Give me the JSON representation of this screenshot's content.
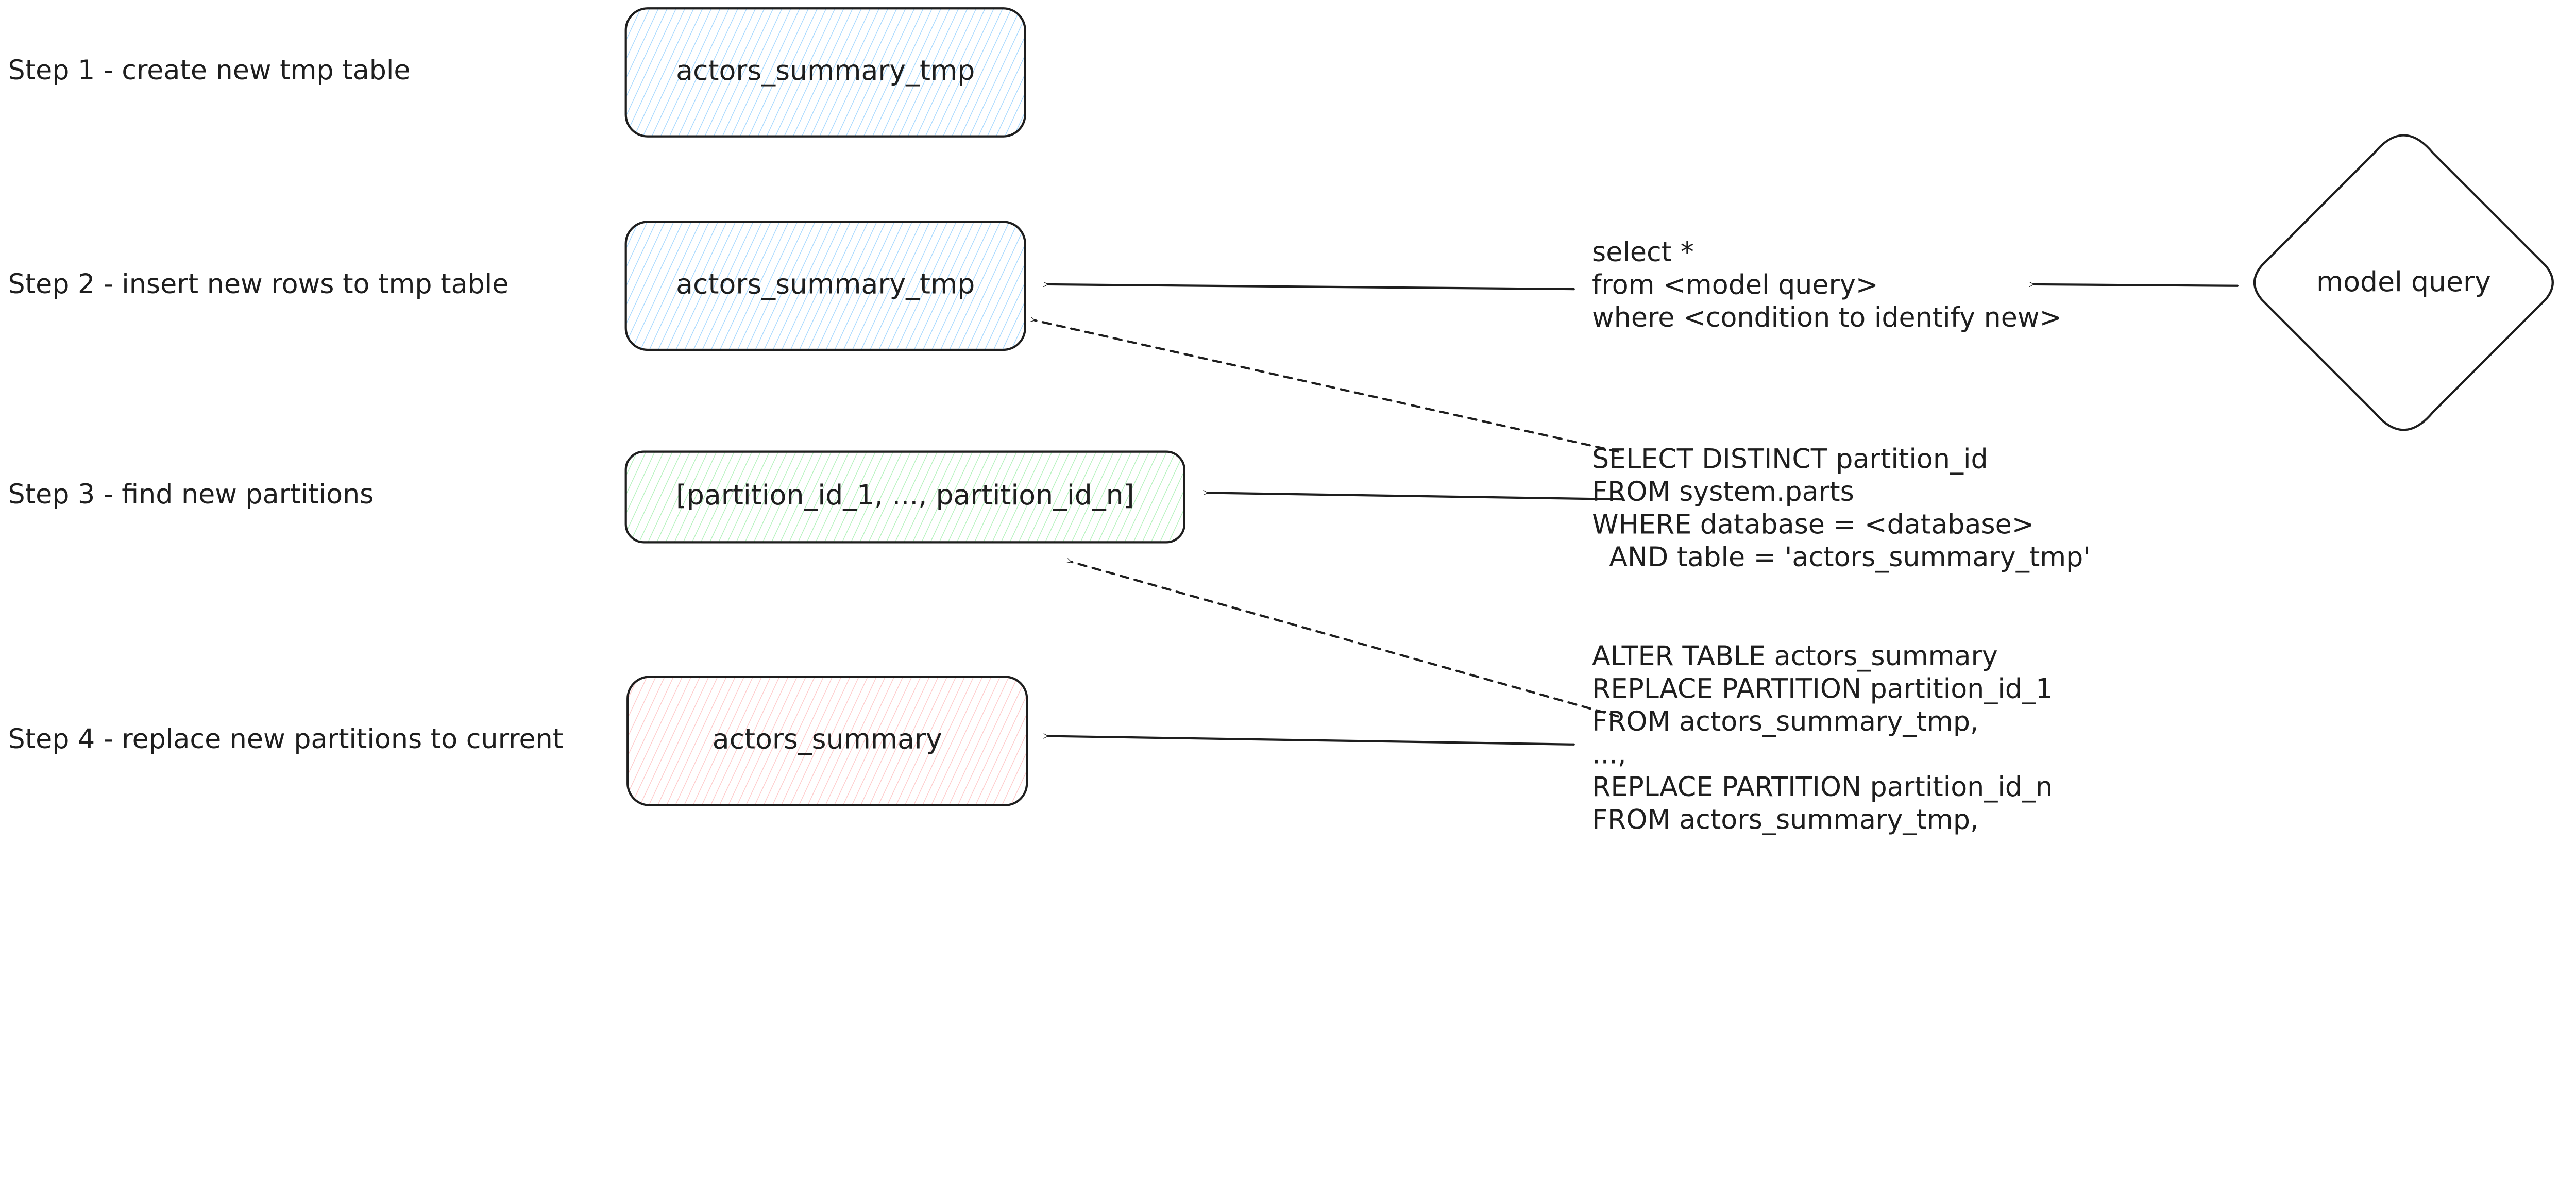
{
  "steps": [
    {
      "label": "Step 1 - create new tmp table"
    },
    {
      "label": "Step 2 - insert new rows to tmp table"
    },
    {
      "label": "Step 3 - find new partitions"
    },
    {
      "label": "Step 4 - replace new partitions to current"
    }
  ],
  "nodes": {
    "tmp_table_1": {
      "label": "actors_summary_tmp",
      "fill": "#a5d8ff"
    },
    "tmp_table_2": {
      "label": "actors_summary_tmp",
      "fill": "#a5d8ff"
    },
    "partitions": {
      "label": "[partition_id_1, ..., partition_id_n]",
      "fill": "#b2f2bb"
    },
    "current_table": {
      "label": "actors_summary",
      "fill": "#ffc9c9"
    },
    "model_query": {
      "label": "model query"
    }
  },
  "queries": {
    "insert": [
      "select *",
      "from <model query>",
      "where <condition to identify new>"
    ],
    "partitions": [
      "SELECT DISTINCT partition_id",
      "FROM system.parts",
      "WHERE database = <database>",
      "  AND table = 'actors_summary_tmp'"
    ],
    "replace": [
      "ALTER TABLE actors_summary",
      "REPLACE PARTITION partition_id_1",
      "FROM actors_summary_tmp,",
      "...,",
      "REPLACE PARTITION partition_id_n",
      "FROM actors_summary_tmp,"
    ]
  },
  "colors": {
    "stroke": "#1e1e1e",
    "background": "#ffffff"
  }
}
